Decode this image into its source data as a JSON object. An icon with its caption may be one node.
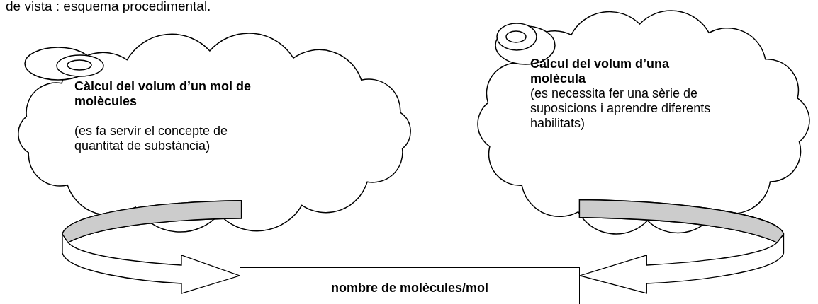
{
  "diagram": {
    "nodes": [
      {
        "text": [
          "Càlcul del volum d’un mol de molècules",
          "(es fa servir el concepte de quantitat de substància)"
        ]
      },
      {
        "text": [
          "Càlcul del volum d’una molècula",
          "(es necessita fer una sèrie de suposicions i aprendre diferents habilitats)"
        ]
      },
      {
        "text": [
          "nombre de molècules/mol"
        ]
      }
    ],
    "edges": [
      {
        "from": 0,
        "to": 2,
        "arrow": "to"
      },
      {
        "from": 1,
        "to": 2,
        "arrow": "to"
      }
    ],
    "labels": [
      "de vista : esquema procedimental."
    ]
  }
}
